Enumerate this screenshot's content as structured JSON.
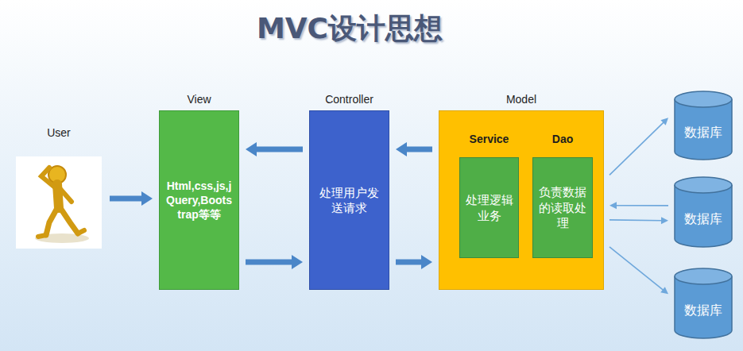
{
  "diagram": {
    "title": "MVC设计思想",
    "nodes": [
      {
        "text": [
          "User"
        ]
      },
      {
        "text": [
          "View",
          "Html,css,js,jQuery,Bootstrap等等"
        ]
      },
      {
        "text": [
          "Controller",
          "处理用户发送请求"
        ]
      },
      {
        "text": [
          "Model"
        ]
      },
      {
        "text": [
          "Service",
          "处理逻辑业务"
        ],
        "in": 3
      },
      {
        "text": [
          "Dao",
          "负责数据的读取处理"
        ],
        "in": 3
      },
      {
        "text": [
          "数据库"
        ]
      },
      {
        "text": [
          "数据库"
        ]
      },
      {
        "text": [
          "数据库"
        ]
      }
    ],
    "edges": [
      {
        "from": 0,
        "to": 1,
        "arrow": "to"
      },
      {
        "from": 1,
        "to": 2,
        "arrow": "to"
      },
      {
        "from": 2,
        "to": 1,
        "arrow": "to"
      },
      {
        "from": 2,
        "to": 3,
        "arrow": "to"
      },
      {
        "from": 3,
        "to": 2,
        "arrow": "to"
      },
      {
        "from": 3,
        "to": 6,
        "arrow": "to"
      },
      {
        "from": 7,
        "to": 3,
        "arrow": "to"
      },
      {
        "from": 3,
        "to": 7,
        "arrow": "to"
      },
      {
        "from": 3,
        "to": 8,
        "arrow": "to"
      }
    ]
  }
}
